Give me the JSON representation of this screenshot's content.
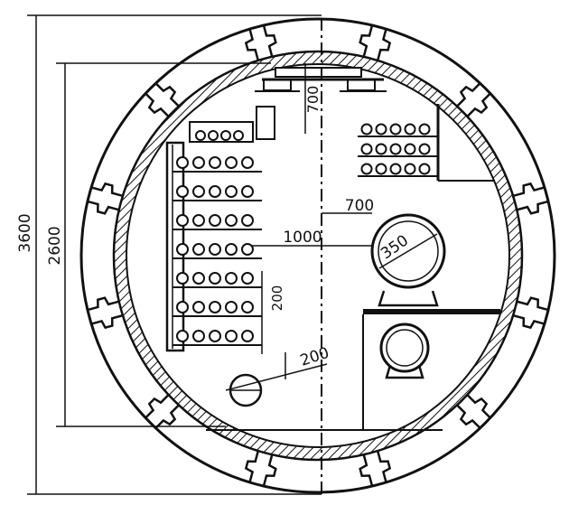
{
  "dimensions": {
    "outer_height": "3600",
    "inner_height": "2600",
    "crown_clearance": "700",
    "aisle_width": "1000",
    "pipe_offset": "700",
    "pipe_diameter": "350",
    "tier_spacing": "200",
    "cable_offset": "200"
  },
  "colors": {
    "line": "#111111",
    "background": "#ffffff"
  }
}
